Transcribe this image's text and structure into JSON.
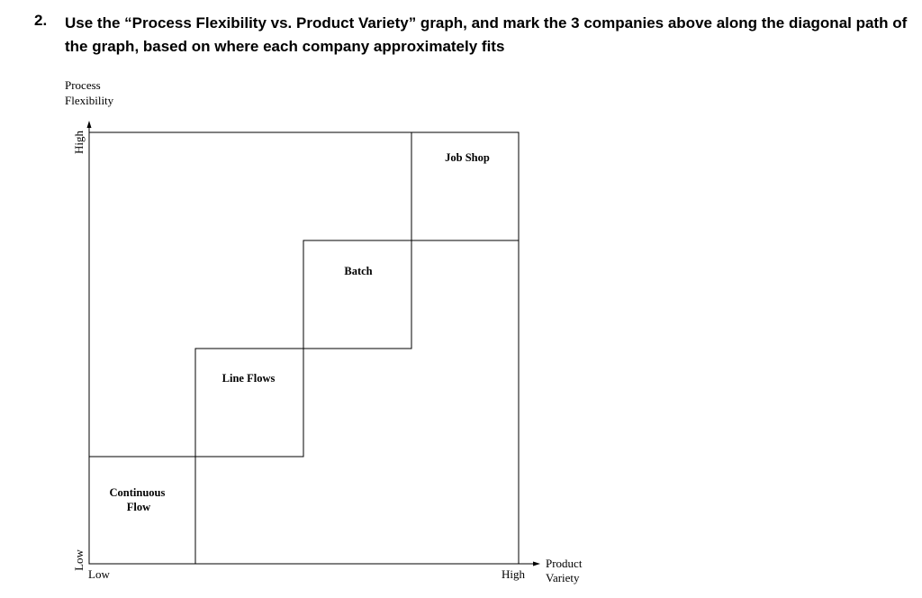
{
  "question": {
    "number": "2.",
    "text": "Use the “Process Flexibility vs. Product Variety” graph, and mark the 3 companies above along the diagonal path of the graph, based on where each company approximately fits"
  },
  "diagram": {
    "y_axis": {
      "title_lines": [
        "Process",
        "Flexibility"
      ],
      "high_label": "High",
      "low_label": "Low"
    },
    "x_axis": {
      "low_label": "Low",
      "high_label": "High",
      "title_lines": [
        "Product",
        "Variety"
      ]
    },
    "regions": [
      {
        "id": "continuous-flow",
        "label_lines": [
          "Continuous",
          "Flow"
        ]
      },
      {
        "id": "line-flows",
        "label_lines": [
          "Line Flows"
        ]
      },
      {
        "id": "batch",
        "label_lines": [
          "Batch"
        ]
      },
      {
        "id": "job-shop",
        "label_lines": [
          "Job Shop"
        ]
      }
    ]
  }
}
